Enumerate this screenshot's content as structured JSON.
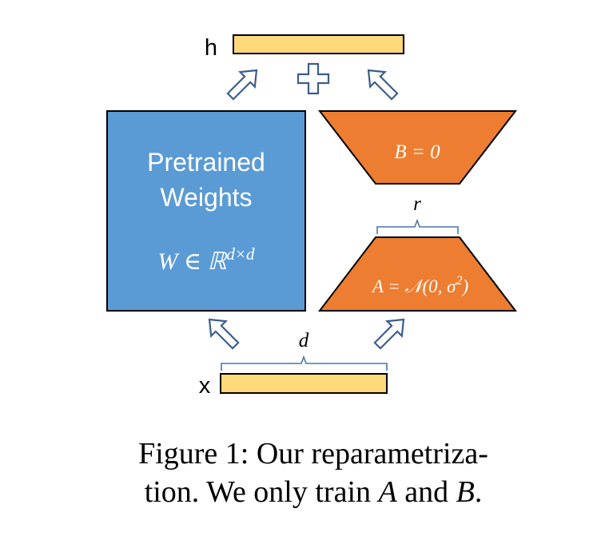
{
  "diagram": {
    "output_label": "h",
    "input_label": "x",
    "pretrained_line1": "Pretrained",
    "pretrained_line2": "Weights",
    "pretrained_math": "W ∈ ℝ",
    "pretrained_math_sup": "d×d",
    "b_label": "B = 0",
    "a_label": "A = 𝒩(0, σ",
    "a_label_sup": "2",
    "a_label_tail": ")",
    "rank_label": "r",
    "dim_label": "d"
  },
  "caption": {
    "line1": "Figure 1: Our reparametriza-",
    "line2_prefix": "tion. We only train ",
    "var_a": "A",
    "line2_middle": " and ",
    "var_b": "B",
    "line2_suffix": "."
  },
  "colors": {
    "blue_fill": "#5B9BD5",
    "orange_fill": "#ED7D31",
    "yellow_fill": "#FFD97A",
    "outline": "#000000",
    "arrow_stroke": "#3B5E8C",
    "brace_stroke": "#4A73B0"
  }
}
